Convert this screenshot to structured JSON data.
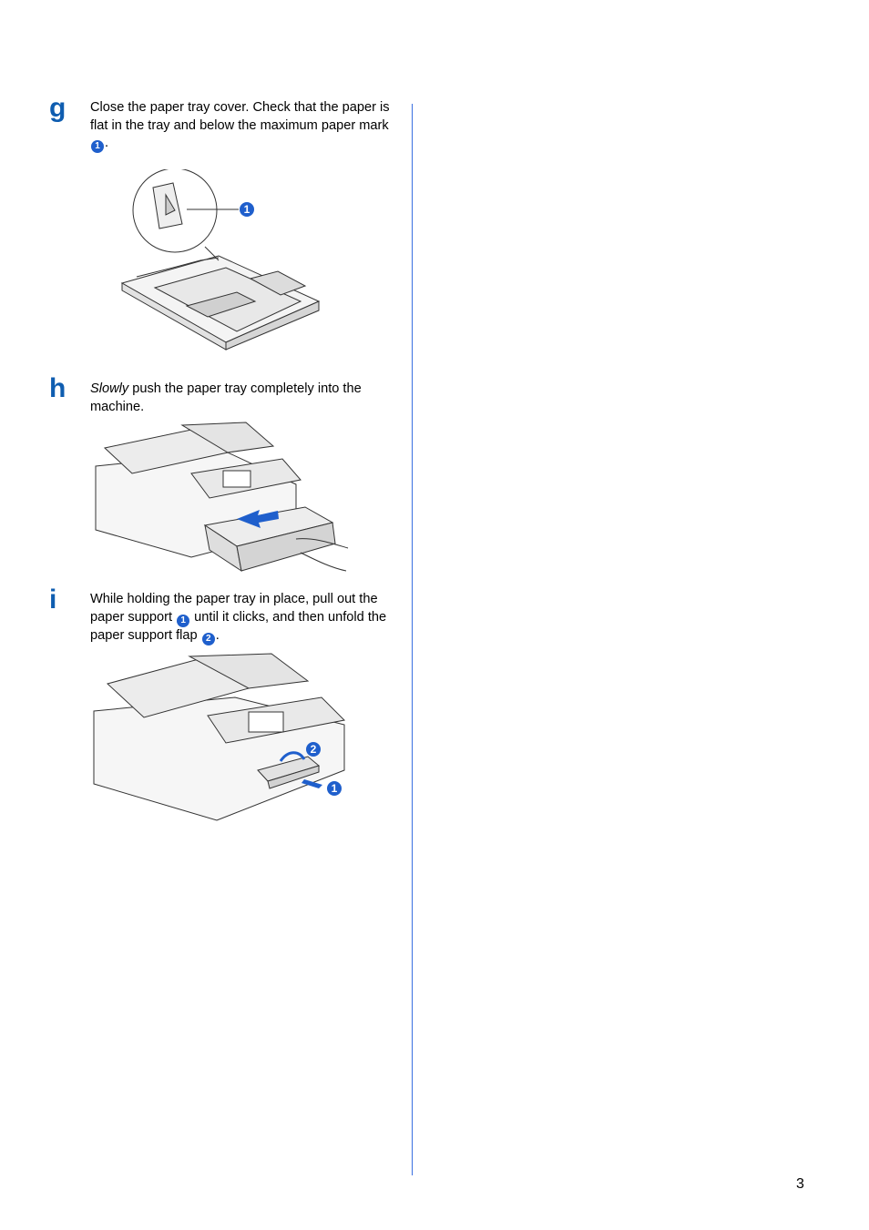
{
  "steps": [
    {
      "letter": "g",
      "text_before": "Close the paper tray cover. Check that the paper is flat in the tray and below the maximum paper mark",
      "badge": "1",
      "text_after": ".",
      "callouts": [
        "1"
      ]
    },
    {
      "letter": "h",
      "emphasis": "Slowly",
      "text": " push the paper tray completely into the machine."
    },
    {
      "letter": "i",
      "text_1": "While holding the paper tray in place, pull out the paper support",
      "badge_1": "1",
      "text_2": " until it clicks, and then unfold the paper support flap",
      "badge_2": "2",
      "text_3": ".",
      "callouts": [
        "2",
        "1"
      ]
    }
  ],
  "page_number": "3",
  "colors": {
    "accent": "#0f5db0",
    "badge": "#1f5fcc",
    "divider": "#3a6fe0"
  }
}
